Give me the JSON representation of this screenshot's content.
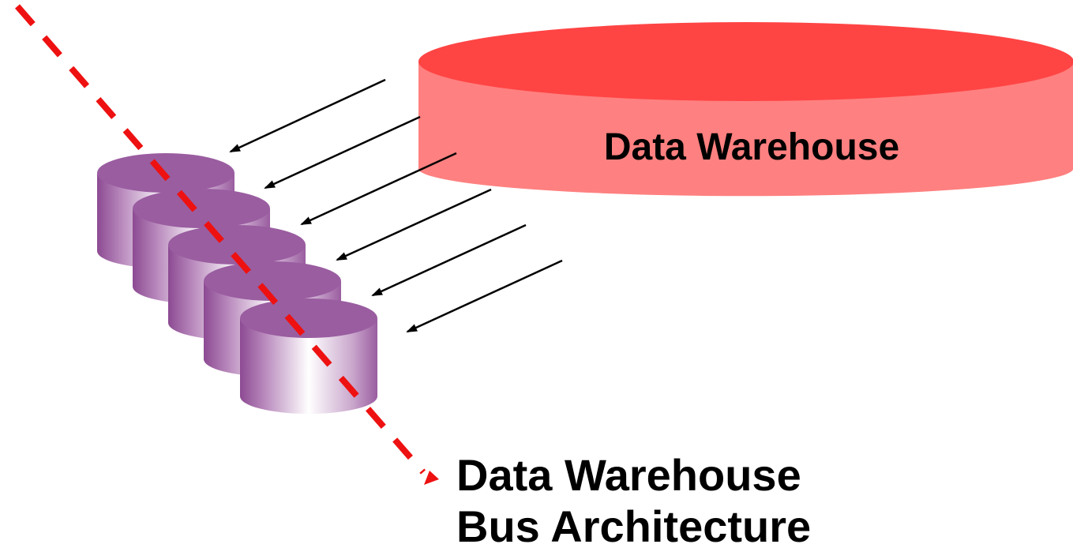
{
  "warehouse": {
    "label": "Data Warehouse",
    "top_color": "#ff4444",
    "side_color": "#ff8080"
  },
  "bus_label": {
    "line1": "Data Warehouse",
    "line2": "Bus Architecture"
  },
  "bus_line": {
    "color": "#ee1111",
    "style": "dashed"
  },
  "data_marts": {
    "count": 5,
    "top_color": "#9a5da0",
    "side_color_light": "#ffffff",
    "side_color_dark": "#8c4a92"
  },
  "arrows": {
    "count": 6,
    "color": "#000000"
  }
}
